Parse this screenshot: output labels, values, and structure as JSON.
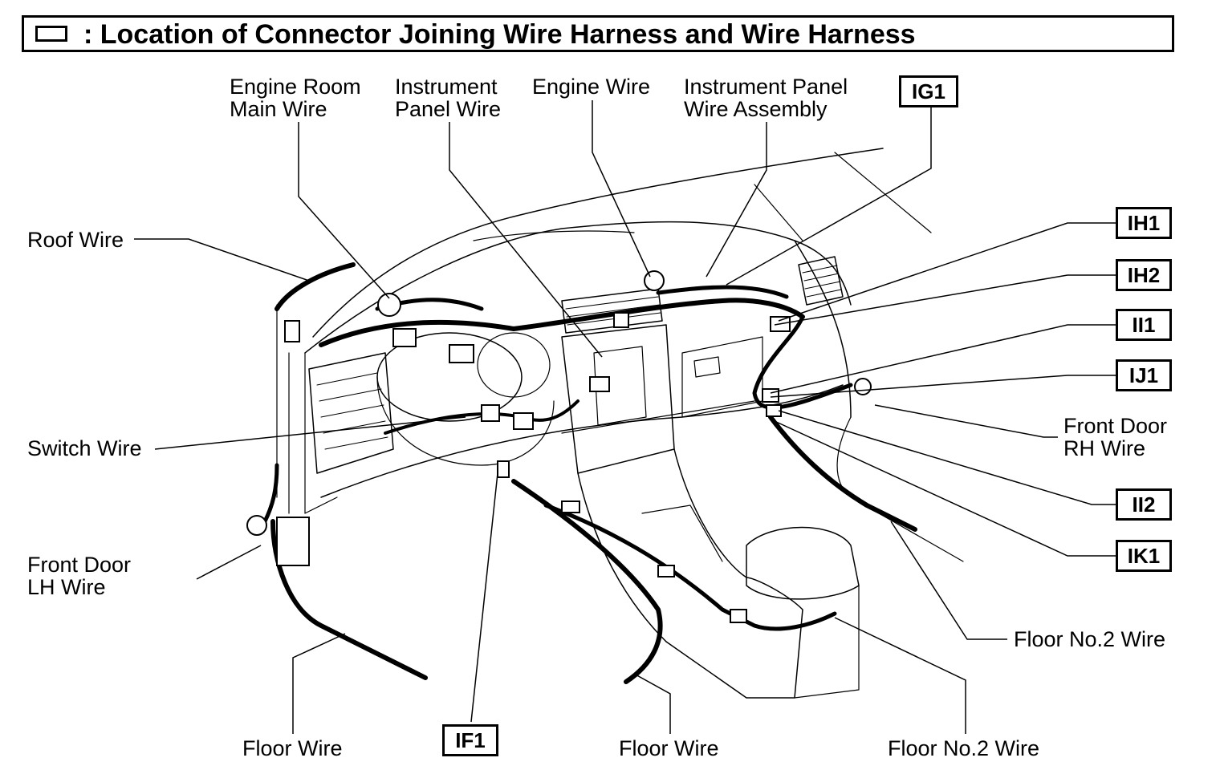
{
  "title": ": Location of Connector Joining Wire Harness and Wire Harness",
  "labels": {
    "engine_room_main_wire": [
      "Engine Room",
      "Main Wire"
    ],
    "instrument_panel_wire": [
      "Instrument",
      "Panel Wire"
    ],
    "engine_wire": "Engine Wire",
    "instrument_panel_wire_assembly": [
      "Instrument Panel",
      "Wire Assembly"
    ],
    "roof_wire": "Roof Wire",
    "switch_wire": "Switch Wire",
    "front_door_lh_wire": [
      "Front Door",
      "LH Wire"
    ],
    "front_door_rh_wire": [
      "Front Door",
      "RH Wire"
    ],
    "floor_wire_left": "Floor Wire",
    "floor_wire_center": "Floor Wire",
    "floor_no2_wire_right": "Floor No.2 Wire",
    "floor_no2_wire_bottom": "Floor No.2 Wire"
  },
  "connectors": {
    "ig1": "IG1",
    "ih1": "IH1",
    "ih2": "IH2",
    "ii1": "II1",
    "ij1": "IJ1",
    "ii2": "II2",
    "ik1": "IK1",
    "if1": "IF1"
  }
}
